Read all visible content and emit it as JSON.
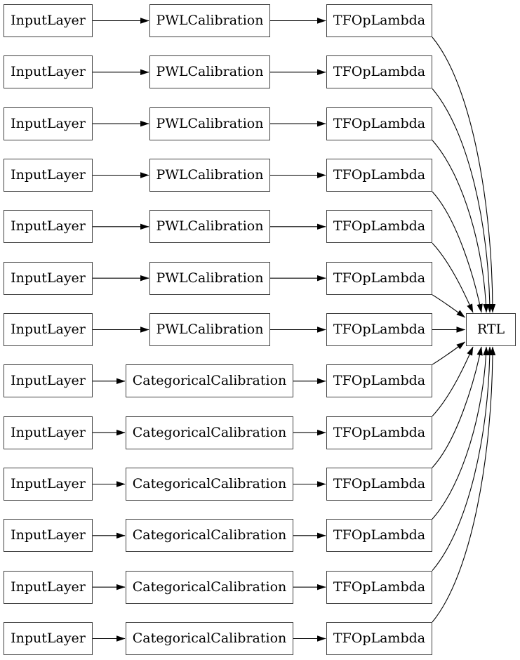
{
  "diagram": {
    "colors": {
      "background": "#ffffff",
      "node_fill": "#ffffff",
      "node_border": "#404040",
      "edge": "#000000",
      "text": "#000000"
    },
    "output_node": {
      "id": "rtl",
      "label": "RTL"
    },
    "rows": [
      {
        "id": 1,
        "input_label": "InputLayer",
        "calibration_label": "PWLCalibration",
        "calibration_type": "pwl",
        "lambda_label": "TFOpLambda"
      },
      {
        "id": 2,
        "input_label": "InputLayer",
        "calibration_label": "PWLCalibration",
        "calibration_type": "pwl",
        "lambda_label": "TFOpLambda"
      },
      {
        "id": 3,
        "input_label": "InputLayer",
        "calibration_label": "PWLCalibration",
        "calibration_type": "pwl",
        "lambda_label": "TFOpLambda"
      },
      {
        "id": 4,
        "input_label": "InputLayer",
        "calibration_label": "PWLCalibration",
        "calibration_type": "pwl",
        "lambda_label": "TFOpLambda"
      },
      {
        "id": 5,
        "input_label": "InputLayer",
        "calibration_label": "PWLCalibration",
        "calibration_type": "pwl",
        "lambda_label": "TFOpLambda"
      },
      {
        "id": 6,
        "input_label": "InputLayer",
        "calibration_label": "PWLCalibration",
        "calibration_type": "pwl",
        "lambda_label": "TFOpLambda"
      },
      {
        "id": 7,
        "input_label": "InputLayer",
        "calibration_label": "PWLCalibration",
        "calibration_type": "pwl",
        "lambda_label": "TFOpLambda"
      },
      {
        "id": 8,
        "input_label": "InputLayer",
        "calibration_label": "CategoricalCalibration",
        "calibration_type": "categorical",
        "lambda_label": "TFOpLambda"
      },
      {
        "id": 9,
        "input_label": "InputLayer",
        "calibration_label": "CategoricalCalibration",
        "calibration_type": "categorical",
        "lambda_label": "TFOpLambda"
      },
      {
        "id": 10,
        "input_label": "InputLayer",
        "calibration_label": "CategoricalCalibration",
        "calibration_type": "categorical",
        "lambda_label": "TFOpLambda"
      },
      {
        "id": 11,
        "input_label": "InputLayer",
        "calibration_label": "CategoricalCalibration",
        "calibration_type": "categorical",
        "lambda_label": "TFOpLambda"
      },
      {
        "id": 12,
        "input_label": "InputLayer",
        "calibration_label": "CategoricalCalibration",
        "calibration_type": "categorical",
        "lambda_label": "TFOpLambda"
      },
      {
        "id": 13,
        "input_label": "InputLayer",
        "calibration_label": "CategoricalCalibration",
        "calibration_type": "categorical",
        "lambda_label": "TFOpLambda"
      }
    ],
    "edges": [
      {
        "from": "input-1",
        "to": "calibration-1"
      },
      {
        "from": "calibration-1",
        "to": "lambda-1"
      },
      {
        "from": "lambda-1",
        "to": "rtl"
      },
      {
        "from": "input-2",
        "to": "calibration-2"
      },
      {
        "from": "calibration-2",
        "to": "lambda-2"
      },
      {
        "from": "lambda-2",
        "to": "rtl"
      },
      {
        "from": "input-3",
        "to": "calibration-3"
      },
      {
        "from": "calibration-3",
        "to": "lambda-3"
      },
      {
        "from": "lambda-3",
        "to": "rtl"
      },
      {
        "from": "input-4",
        "to": "calibration-4"
      },
      {
        "from": "calibration-4",
        "to": "lambda-4"
      },
      {
        "from": "lambda-4",
        "to": "rtl"
      },
      {
        "from": "input-5",
        "to": "calibration-5"
      },
      {
        "from": "calibration-5",
        "to": "lambda-5"
      },
      {
        "from": "lambda-5",
        "to": "rtl"
      },
      {
        "from": "input-6",
        "to": "calibration-6"
      },
      {
        "from": "calibration-6",
        "to": "lambda-6"
      },
      {
        "from": "lambda-6",
        "to": "rtl"
      },
      {
        "from": "input-7",
        "to": "calibration-7"
      },
      {
        "from": "calibration-7",
        "to": "lambda-7"
      },
      {
        "from": "lambda-7",
        "to": "rtl"
      },
      {
        "from": "input-8",
        "to": "calibration-8"
      },
      {
        "from": "calibration-8",
        "to": "lambda-8"
      },
      {
        "from": "lambda-8",
        "to": "rtl"
      },
      {
        "from": "input-9",
        "to": "calibration-9"
      },
      {
        "from": "calibration-9",
        "to": "lambda-9"
      },
      {
        "from": "lambda-9",
        "to": "rtl"
      },
      {
        "from": "input-10",
        "to": "calibration-10"
      },
      {
        "from": "calibration-10",
        "to": "lambda-10"
      },
      {
        "from": "lambda-10",
        "to": "rtl"
      },
      {
        "from": "input-11",
        "to": "calibration-11"
      },
      {
        "from": "calibration-11",
        "to": "lambda-11"
      },
      {
        "from": "lambda-11",
        "to": "rtl"
      },
      {
        "from": "input-12",
        "to": "calibration-12"
      },
      {
        "from": "calibration-12",
        "to": "lambda-12"
      },
      {
        "from": "lambda-12",
        "to": "rtl"
      },
      {
        "from": "input-13",
        "to": "calibration-13"
      },
      {
        "from": "calibration-13",
        "to": "lambda-13"
      },
      {
        "from": "lambda-13",
        "to": "rtl"
      }
    ]
  }
}
